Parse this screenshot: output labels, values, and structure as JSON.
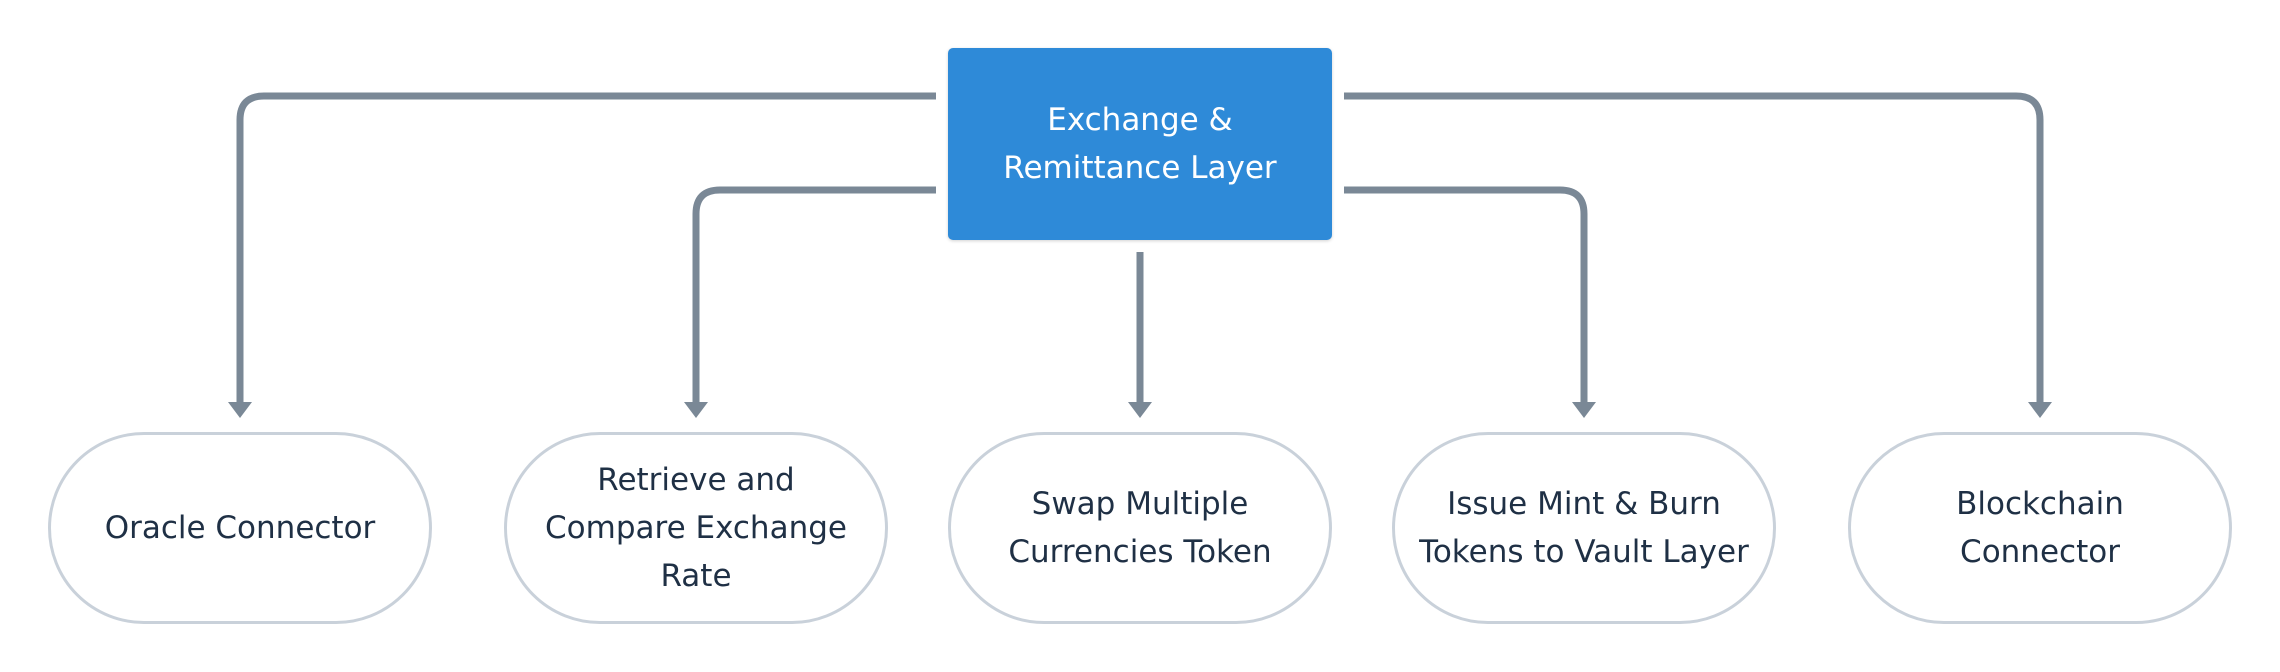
{
  "diagram": {
    "root": {
      "label": "Exchange & Remittance Layer",
      "color": "#2e8ad8"
    },
    "children": [
      {
        "id": "oracle",
        "label": "Oracle Connector"
      },
      {
        "id": "retrieve",
        "label": "Retrieve and Compare Exchange Rate"
      },
      {
        "id": "swap",
        "label": "Swap Multiple Currencies Token"
      },
      {
        "id": "issue",
        "label": "Issue Mint & Burn Tokens to Vault Layer"
      },
      {
        "id": "blockchain",
        "label": "Blockchain Connector"
      }
    ],
    "edges": [
      {
        "from": "root",
        "to": "oracle"
      },
      {
        "from": "root",
        "to": "retrieve"
      },
      {
        "from": "root",
        "to": "swap"
      },
      {
        "from": "root",
        "to": "issue"
      },
      {
        "from": "root",
        "to": "blockchain"
      }
    ],
    "connector_color": "#7a8896",
    "node_border_color": "#c9d1da",
    "text_color": "#1f3045"
  }
}
